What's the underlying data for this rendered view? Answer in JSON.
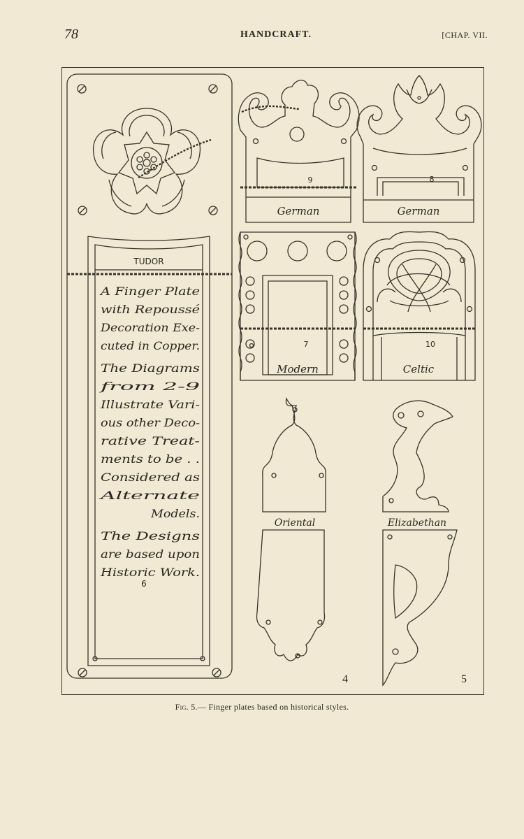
{
  "header": {
    "page_number": "78",
    "running_title": "HANDCRAFT.",
    "chapter": "[CHAP. VII."
  },
  "plates": {
    "tudor_label": "TUDOR",
    "tudor_text_lines": [
      "A Finger Plate",
      "with Repoussé",
      "Decoration Exe-",
      "cuted in Copper.",
      "The Diagrams",
      "from      2-9",
      "Illustrate Vari-",
      "ous other Deco-",
      "rative Treat-",
      "ments to be . .",
      "Considered as",
      "Alternate",
      "Models.",
      "The Designs",
      "are based upon",
      "Historic Work."
    ],
    "tudor_number": "6",
    "german1_label": "German",
    "german1_number": "9",
    "german2_label": "German",
    "german2_number": "8",
    "modern_label": "Modern",
    "modern_number": "7",
    "celtic_label": "Celtic",
    "celtic_number": "10",
    "oriental_label": "Oriental",
    "oriental_number": "4",
    "elizabethan_label": "Elizabethan",
    "elizabethan_number": "5"
  },
  "caption": {
    "fig": "Fig. 5.—",
    "text": " Finger plates based on historical styles."
  }
}
